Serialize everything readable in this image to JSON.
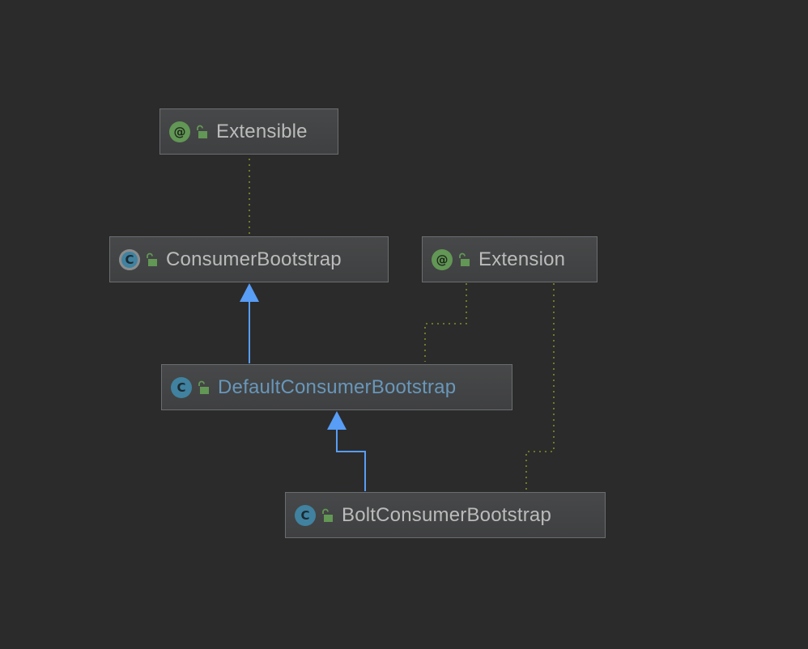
{
  "diagram": {
    "nodes": [
      {
        "id": "extensible",
        "label": "Extensible",
        "kind": "annotation",
        "kind_glyph": "@",
        "kind_icon": "annotation-icon",
        "access_icon": "public-lock-icon",
        "selected": false
      },
      {
        "id": "consumer-bootstrap",
        "label": "ConsumerBootstrap",
        "kind": "abstract",
        "kind_glyph": "C",
        "kind_icon": "abstract-class-icon",
        "access_icon": "public-lock-icon",
        "selected": false
      },
      {
        "id": "extension",
        "label": "Extension",
        "kind": "annotation",
        "kind_glyph": "@",
        "kind_icon": "annotation-icon",
        "access_icon": "public-lock-icon",
        "selected": false
      },
      {
        "id": "default-consumer-bootstrap",
        "label": "DefaultConsumerBootstrap",
        "kind": "class",
        "kind_glyph": "C",
        "kind_icon": "class-icon",
        "access_icon": "public-lock-icon",
        "selected": true
      },
      {
        "id": "bolt-consumer-bootstrap",
        "label": "BoltConsumerBootstrap",
        "kind": "class",
        "kind_glyph": "C",
        "kind_icon": "class-icon",
        "access_icon": "public-lock-icon",
        "selected": false
      }
    ],
    "edges": [
      {
        "from": "consumer-bootstrap",
        "to": "extensible",
        "type": "annotated-by",
        "style": "dotted"
      },
      {
        "from": "default-consumer-bootstrap",
        "to": "extension",
        "type": "annotated-by",
        "style": "dotted"
      },
      {
        "from": "bolt-consumer-bootstrap",
        "to": "extension",
        "type": "annotated-by",
        "style": "dotted"
      },
      {
        "from": "default-consumer-bootstrap",
        "to": "consumer-bootstrap",
        "type": "extends",
        "style": "solid-arrow"
      },
      {
        "from": "bolt-consumer-bootstrap",
        "to": "default-consumer-bootstrap",
        "type": "extends",
        "style": "solid-arrow"
      }
    ],
    "colors": {
      "background": "#2b2b2b",
      "extends_edge": "#589df6",
      "annotation_edge": "#7f8f26",
      "selected_label": "#6897bb",
      "annotation_icon": "#629755",
      "class_icon": "#40829f",
      "lock_icon": "#629755"
    }
  }
}
